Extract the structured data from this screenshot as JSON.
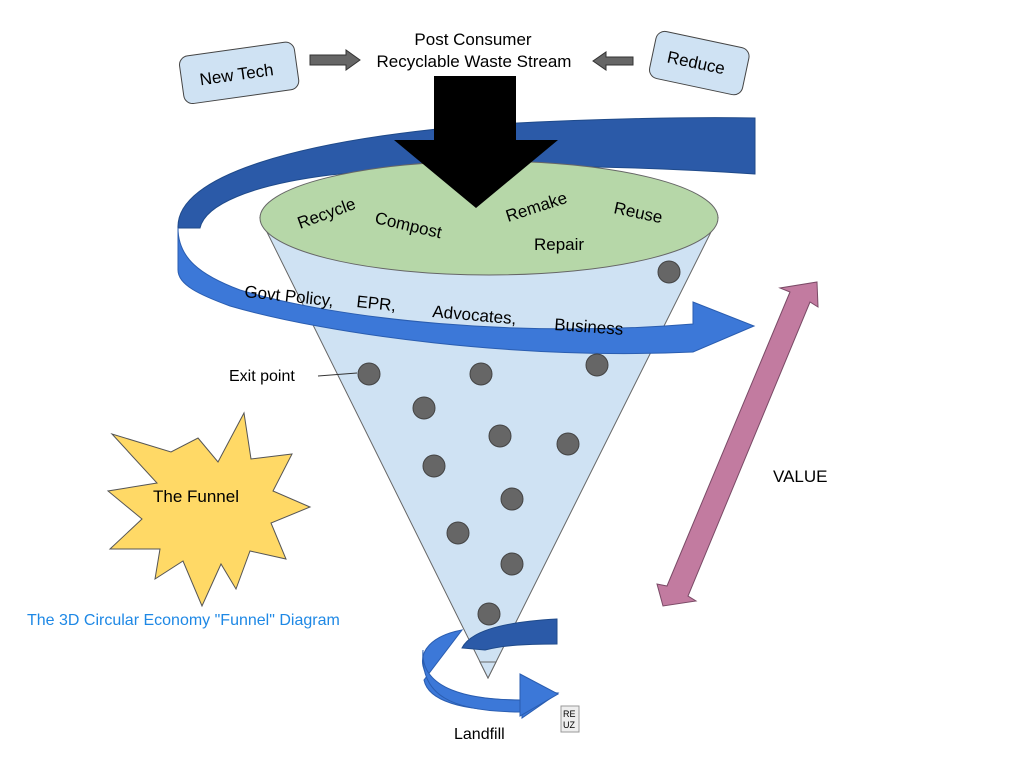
{
  "header": {
    "line1": "Post Consumer",
    "line2": "Recyclable Waste Stream"
  },
  "inputs": {
    "left": "New Tech",
    "right": "Reduce"
  },
  "rim_actions": [
    "Recycle",
    "Compost",
    "Remake",
    "Reuse",
    "Repair"
  ],
  "band_labels": [
    "Govt Policy,",
    "EPR,",
    "Advocates,",
    "Business"
  ],
  "exit_label": "Exit point",
  "value_label": "VALUE",
  "burst_label": "The Funnel",
  "caption": "The 3D Circular Economy \"Funnel\" Diagram",
  "landfill_label": "Landfill",
  "badge": {
    "line1": "RE",
    "line2": "UZ"
  },
  "colors": {
    "funnel": "#cfe2f3",
    "rim": "#b6d7a8",
    "band": "#3c78d8",
    "band_dark": "#2b5aa8",
    "burst": "#ffd966",
    "arrow_value": "#c27ba0",
    "box": "#cfe2f3",
    "caption": "#1e88e5"
  }
}
